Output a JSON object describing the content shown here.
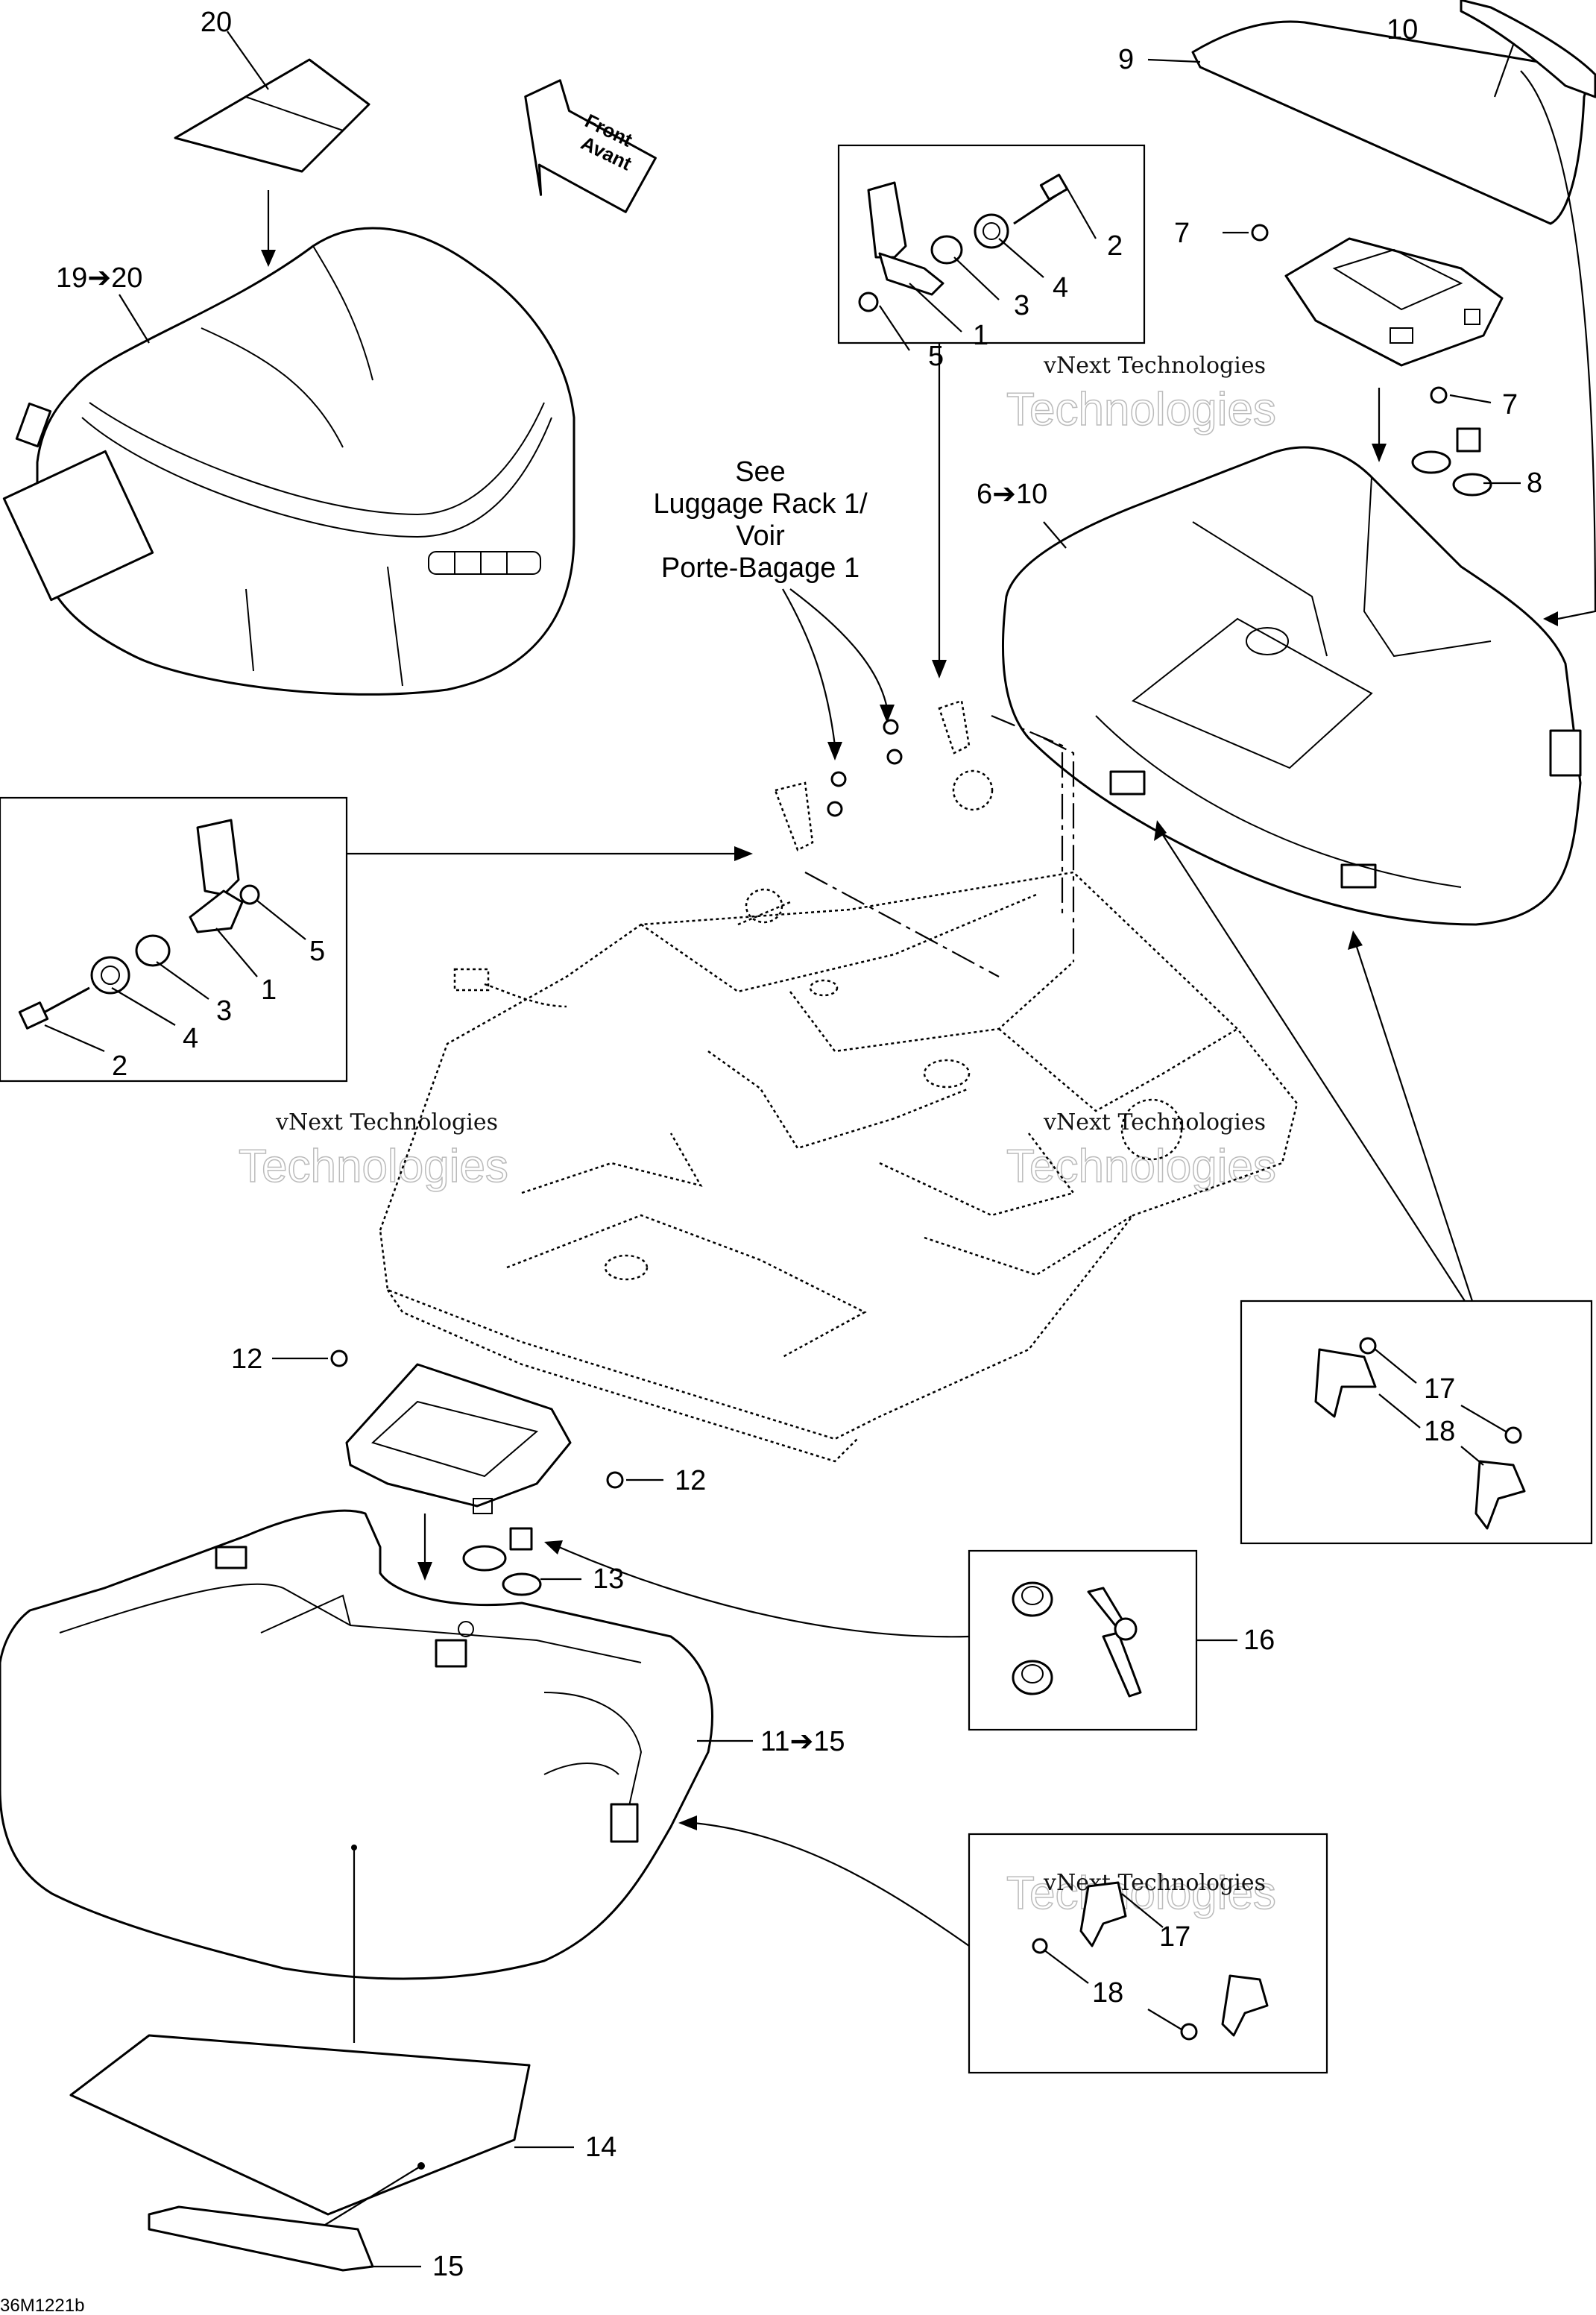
{
  "callouts": {
    "c1_top": "1",
    "c2_top": "2",
    "c3_top": "3",
    "c4_top": "4",
    "c5_top": "5",
    "c6_10": "6➔10",
    "c7a": "7",
    "c7b": "7",
    "c8": "8",
    "c9": "9",
    "c10": "10",
    "c1_left": "1",
    "c2_left": "2",
    "c3_left": "3",
    "c4_left": "4",
    "c5_left": "5",
    "c11_15": "11➔15",
    "c12a": "12",
    "c12b": "12",
    "c13": "13",
    "c14": "14",
    "c15": "15",
    "c16": "16",
    "c17a": "17",
    "c18a": "18",
    "c17b": "17",
    "c18b": "18",
    "c19_20": "19➔20",
    "c20": "20"
  },
  "note": {
    "line1": "See",
    "line2": "Luggage Rack 1/",
    "line3": "Voir",
    "line4": "Porte-Bagage 1"
  },
  "direction": {
    "en": "Front",
    "fr": "Avant"
  },
  "watermark": {
    "line1": "vNext Technologies",
    "line2": "Technologies"
  },
  "drawing_code": "36M1221b"
}
